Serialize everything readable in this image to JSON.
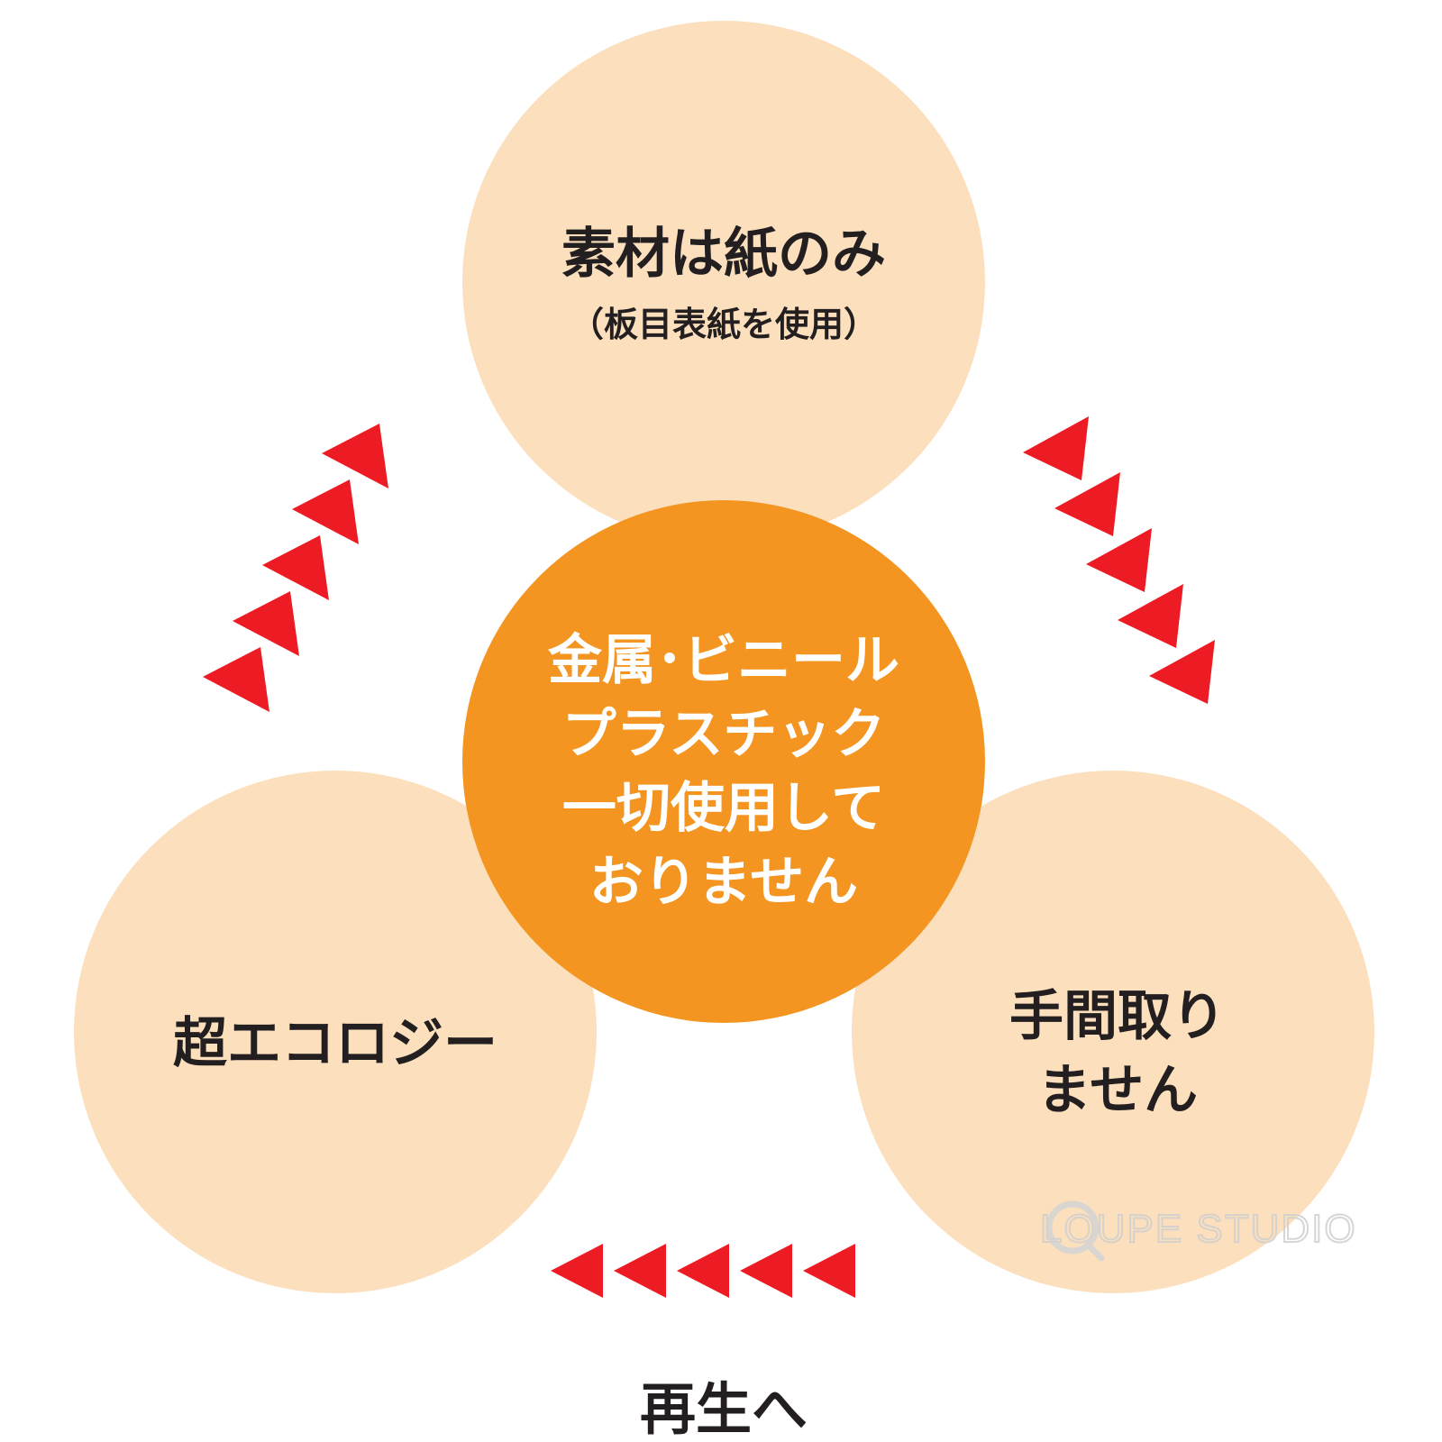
{
  "colors": {
    "outer_circle": "#fce0bd",
    "center_circle": "#f39520",
    "arrow": "#ed1c24",
    "dark_text": "#231f20",
    "light_text": "#ffffff",
    "watermark": "#c9c9c9"
  },
  "circles": {
    "top": {
      "line1": "素材は紙のみ",
      "line2": "（板目表紙を使用）"
    },
    "left": {
      "line1": "超エコロジー"
    },
    "right": {
      "line1": "手間取り",
      "line2": "ません"
    },
    "center": {
      "line1": "金属･ビニール",
      "line2": "プラスチック",
      "line3": "一切使用して",
      "line4": "おりません"
    }
  },
  "bottom_label": "再生へ",
  "watermark": {
    "text": "LOUPE STUDIO",
    "icon": "loupe-logo-icon"
  },
  "arrows": {
    "icon": "triangle-arrow-icon",
    "count_per_group": 5
  }
}
